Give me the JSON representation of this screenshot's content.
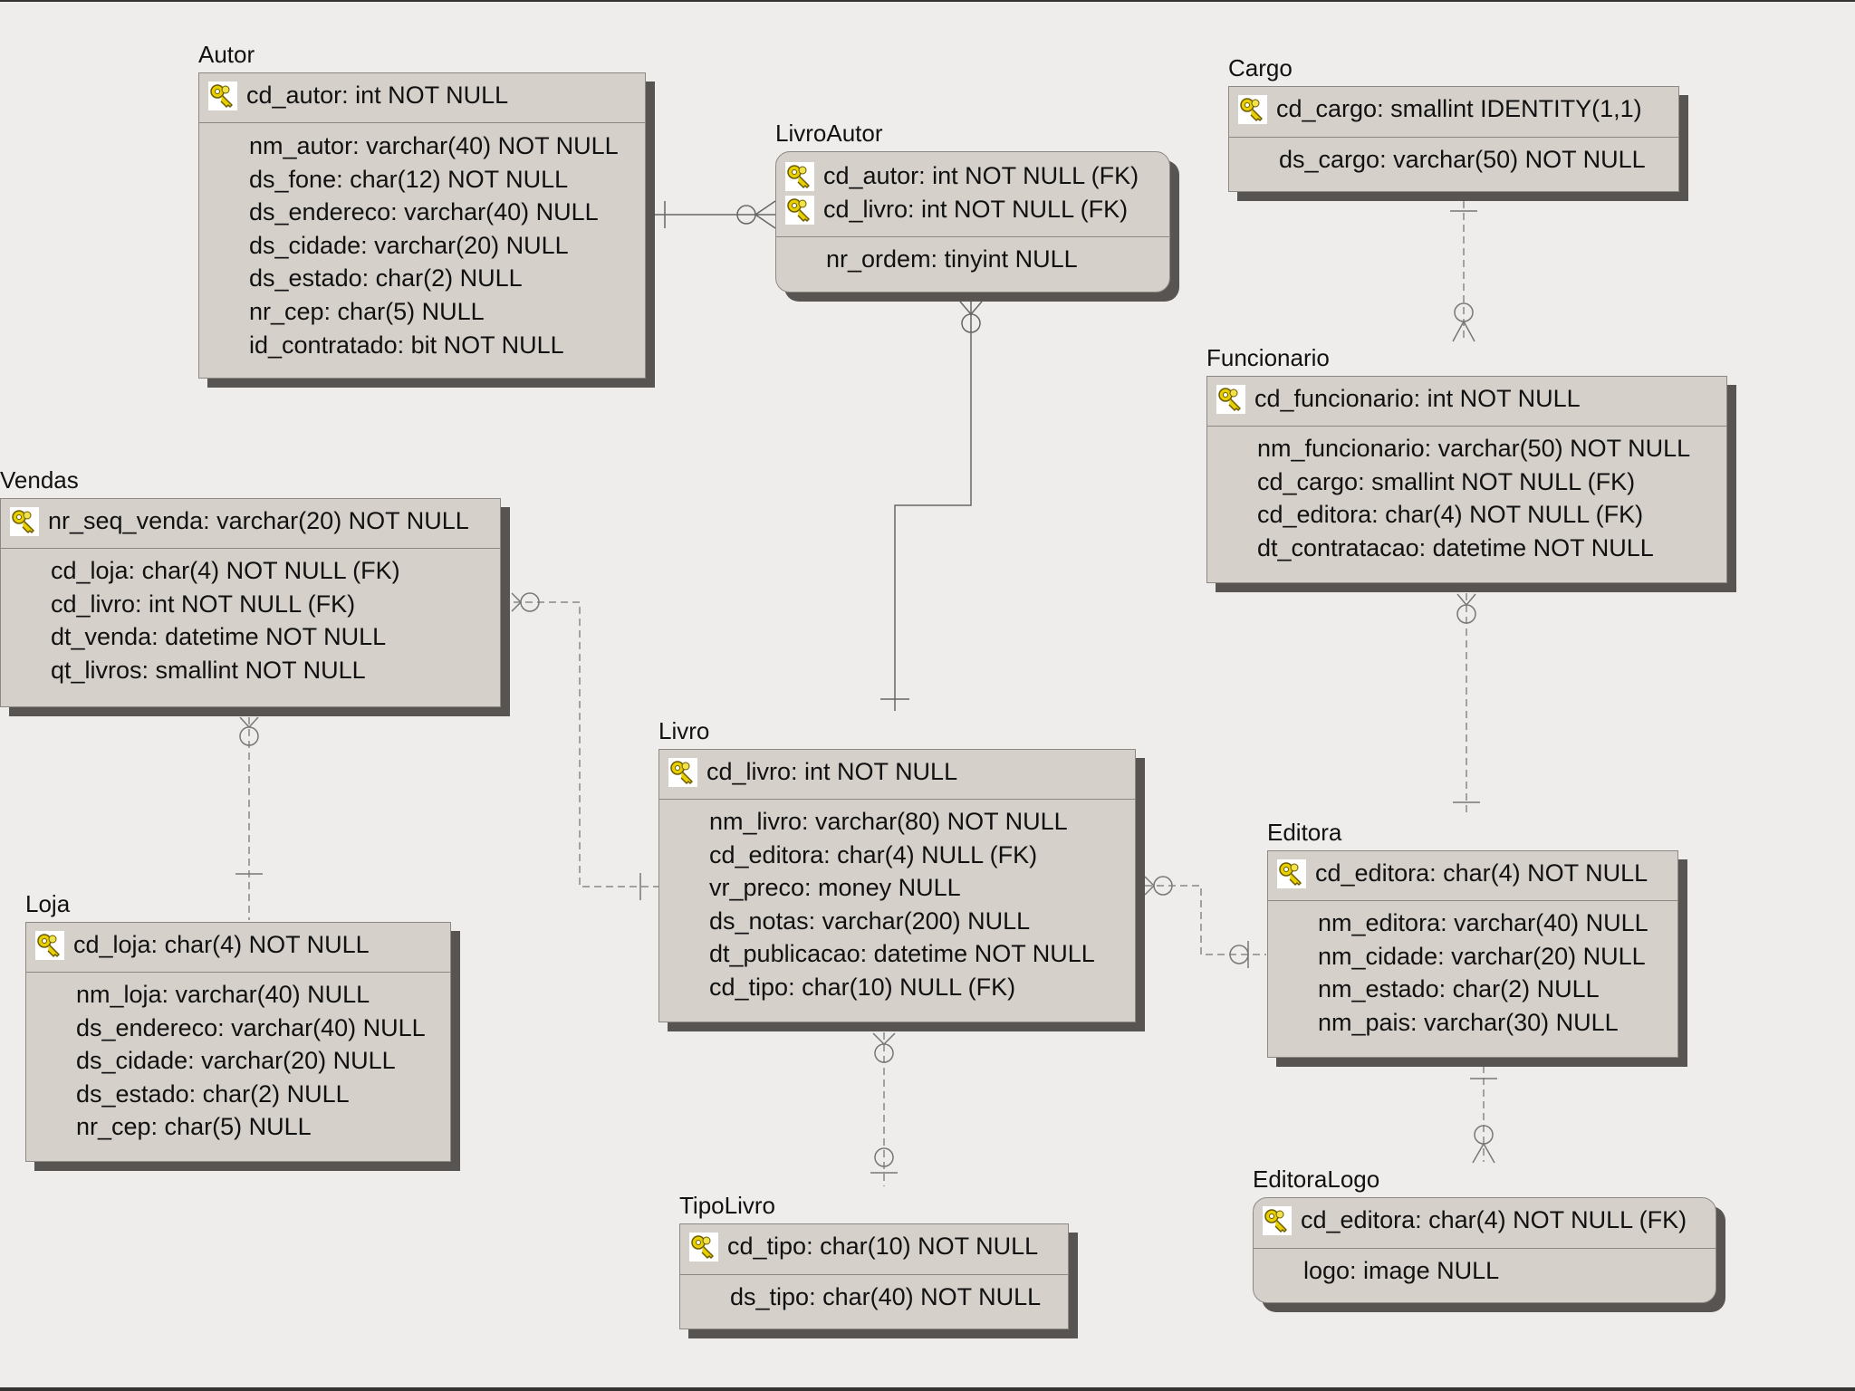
{
  "entities": [
    {
      "name": "Autor",
      "pk": [
        "cd_autor: int NOT NULL"
      ],
      "attrs": [
        "nm_autor: varchar(40) NOT NULL",
        "ds_fone: char(12) NOT NULL",
        "ds_endereco: varchar(40) NULL",
        "ds_cidade: varchar(20) NULL",
        "ds_estado: char(2) NULL",
        "nr_cep: char(5) NULL",
        "id_contratado: bit NOT NULL"
      ]
    },
    {
      "name": "LivroAutor",
      "pk": [
        "cd_autor: int NOT NULL (FK)",
        "cd_livro: int NOT NULL (FK)"
      ],
      "attrs": [
        "nr_ordem: tinyint NULL"
      ]
    },
    {
      "name": "Cargo",
      "pk": [
        "cd_cargo: smallint IDENTITY(1,1)"
      ],
      "attrs": [
        "ds_cargo: varchar(50) NOT NULL"
      ]
    },
    {
      "name": "Funcionario",
      "pk": [
        "cd_funcionario: int NOT NULL"
      ],
      "attrs": [
        "nm_funcionario: varchar(50) NOT NULL",
        "cd_cargo: smallint NOT NULL (FK)",
        "cd_editora: char(4) NOT NULL (FK)",
        "dt_contratacao: datetime NOT NULL"
      ]
    },
    {
      "name": "Vendas",
      "pk": [
        "nr_seq_venda: varchar(20) NOT NULL"
      ],
      "attrs": [
        "cd_loja: char(4) NOT NULL (FK)",
        "cd_livro: int NOT NULL (FK)",
        "dt_venda: datetime NOT NULL",
        "qt_livros: smallint NOT NULL"
      ]
    },
    {
      "name": "Livro",
      "pk": [
        "cd_livro: int NOT NULL"
      ],
      "attrs": [
        "nm_livro: varchar(80) NOT NULL",
        "cd_editora: char(4) NULL (FK)",
        "vr_preco: money NULL",
        "ds_notas: varchar(200) NULL",
        "dt_publicacao: datetime NOT NULL",
        "cd_tipo: char(10) NULL (FK)"
      ]
    },
    {
      "name": "Editora",
      "pk": [
        "cd_editora: char(4) NOT NULL"
      ],
      "attrs": [
        "nm_editora: varchar(40) NULL",
        "nm_cidade: varchar(20) NULL",
        "nm_estado: char(2) NULL",
        "nm_pais: varchar(30) NULL"
      ]
    },
    {
      "name": "Loja",
      "pk": [
        "cd_loja: char(4) NOT NULL"
      ],
      "attrs": [
        "nm_loja: varchar(40) NULL",
        "ds_endereco: varchar(40) NULL",
        "ds_cidade: varchar(20) NULL",
        "ds_estado: char(2) NULL",
        "nr_cep: char(5) NULL"
      ]
    },
    {
      "name": "TipoLivro",
      "pk": [
        "cd_tipo: char(10) NOT NULL"
      ],
      "attrs": [
        "ds_tipo: char(40) NOT NULL"
      ]
    },
    {
      "name": "EditoraLogo",
      "pk": [
        "cd_editora: char(4) NOT NULL (FK)"
      ],
      "attrs": [
        "logo: image NULL"
      ]
    }
  ]
}
